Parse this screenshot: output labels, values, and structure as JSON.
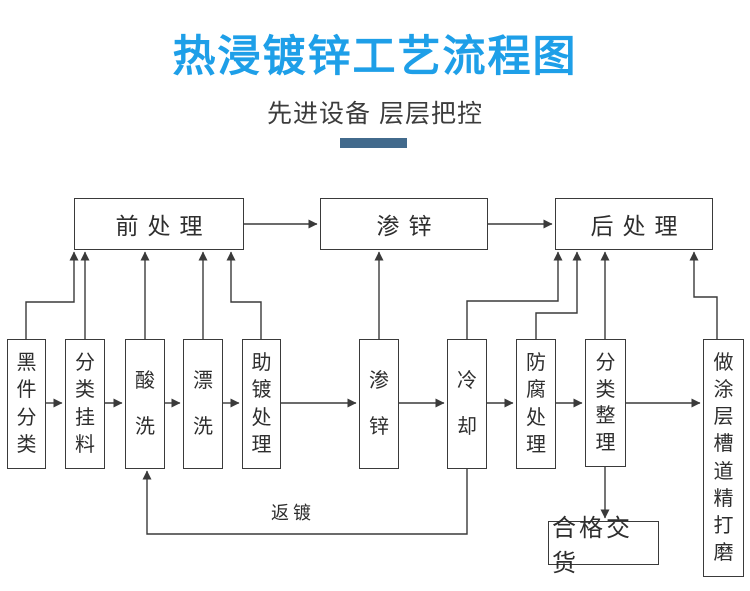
{
  "page": {
    "title": "热浸镀锌工艺流程图",
    "subtitle": "先进设备 层层把控",
    "title_color": "#1E9FE8",
    "divider_color": "#426A8C",
    "line_color": "#3a3a3a"
  },
  "diagram": {
    "nodes": [
      {
        "id": "pre",
        "label": "前处理",
        "orientation": "horizontal"
      },
      {
        "id": "zinc",
        "label": "渗锌",
        "orientation": "horizontal"
      },
      {
        "id": "post",
        "label": "后处理",
        "orientation": "horizontal"
      },
      {
        "id": "black-sort",
        "label": "黑件分类",
        "orientation": "vertical"
      },
      {
        "id": "hang",
        "label": "分类挂料",
        "orientation": "vertical"
      },
      {
        "id": "pickling",
        "label": "酸洗",
        "orientation": "vertical"
      },
      {
        "id": "rinse",
        "label": "漂洗",
        "orientation": "vertical"
      },
      {
        "id": "flux",
        "label": "助镀处理",
        "orientation": "vertical"
      },
      {
        "id": "zinc2",
        "label": "渗锌",
        "orientation": "vertical"
      },
      {
        "id": "cool",
        "label": "冷却",
        "orientation": "vertical"
      },
      {
        "id": "anticorrosion",
        "label": "防腐处理",
        "orientation": "vertical"
      },
      {
        "id": "sort2",
        "label": "分类整理",
        "orientation": "vertical"
      },
      {
        "id": "grind",
        "label": "做涂层槽道精打磨",
        "orientation": "vertical"
      },
      {
        "id": "deliver",
        "label": "合格交货",
        "orientation": "horizontal"
      }
    ],
    "edges": [
      {
        "from": "pre",
        "to": "zinc"
      },
      {
        "from": "zinc",
        "to": "post"
      },
      {
        "from": "black-sort",
        "to": "hang"
      },
      {
        "from": "hang",
        "to": "pickling"
      },
      {
        "from": "pickling",
        "to": "rinse"
      },
      {
        "from": "rinse",
        "to": "flux"
      },
      {
        "from": "flux",
        "to": "zinc2"
      },
      {
        "from": "zinc2",
        "to": "cool"
      },
      {
        "from": "cool",
        "to": "anticorrosion"
      },
      {
        "from": "anticorrosion",
        "to": "sort2"
      },
      {
        "from": "sort2",
        "to": "grind"
      },
      {
        "from": "black-sort",
        "to": "pre"
      },
      {
        "from": "hang",
        "to": "pre"
      },
      {
        "from": "pickling",
        "to": "pre"
      },
      {
        "from": "rinse",
        "to": "pre"
      },
      {
        "from": "flux",
        "to": "pre"
      },
      {
        "from": "zinc2",
        "to": "zinc"
      },
      {
        "from": "cool",
        "to": "post"
      },
      {
        "from": "anticorrosion",
        "to": "post"
      },
      {
        "from": "sort2",
        "to": "post"
      },
      {
        "from": "grind",
        "to": "post"
      },
      {
        "from": "cool",
        "to": "pickling",
        "label": "返镀"
      },
      {
        "from": "sort2",
        "to": "deliver"
      }
    ],
    "feedback_label": "返镀"
  }
}
